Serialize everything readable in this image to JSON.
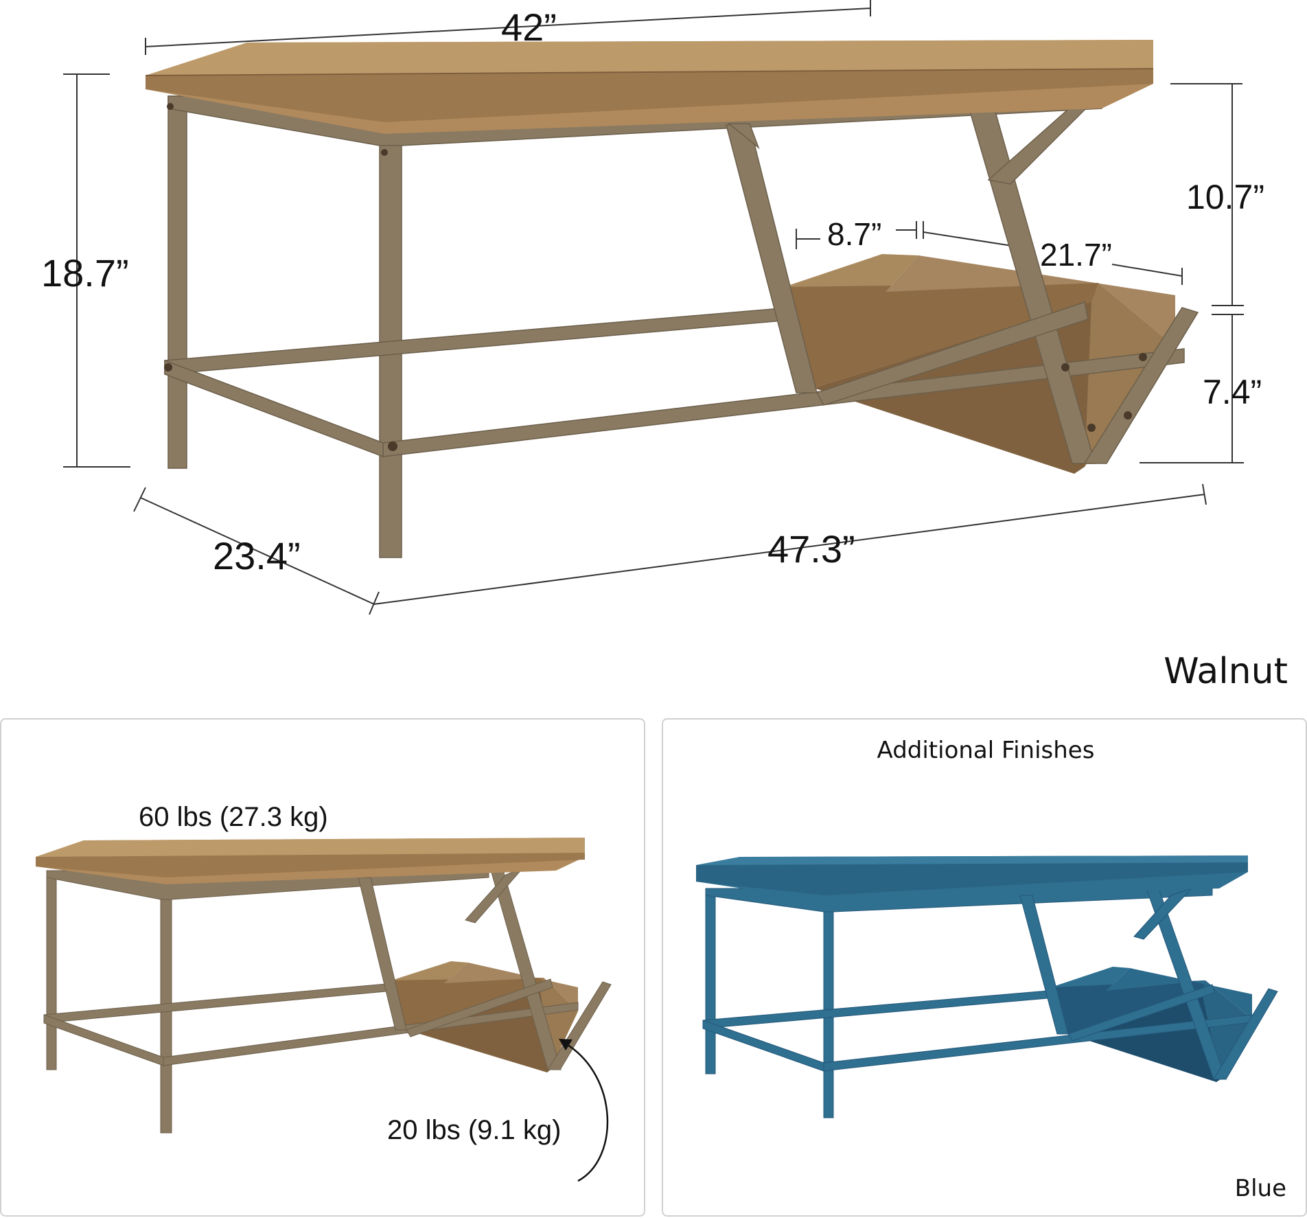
{
  "main": {
    "dimensions": {
      "width": "42”",
      "height": "18.7”",
      "depth": "23.4”",
      "length": "47.3”",
      "shelf_depth": "8.7”",
      "shelf_width": "21.7”",
      "upper_clearance": "10.7”",
      "shelf_height": "7.4”"
    },
    "finish_name": "Walnut"
  },
  "weights_panel": {
    "table_weight": "60 lbs (27.3 kg)",
    "shelf_weight": "20 lbs (9.1 kg)"
  },
  "finishes_panel": {
    "title": "Additional Finishes",
    "finish_name": "Blue"
  },
  "colors": {
    "wood": "#b08a5c",
    "wood_dark": "#8a6a44",
    "metal": "#8a7a62",
    "blue": "#2f6f90",
    "blue_dark": "#24587a",
    "panel_border": "#d0d0d0"
  }
}
